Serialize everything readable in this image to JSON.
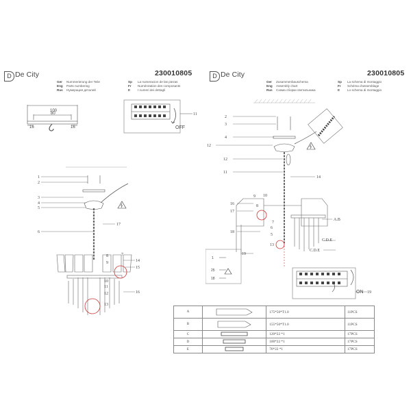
{
  "article_number": "230010805",
  "brand": "De City",
  "brand_tag": "",
  "left_page": {
    "captions_col1": [
      {
        "lang": "Ger",
        "text": "Nummerierung der Teile"
      },
      {
        "lang": "Eng",
        "text": "Parts numbering"
      },
      {
        "lang": "Rus",
        "text": "Нумерация деталей"
      }
    ],
    "captions_col2": [
      {
        "lang": "Sp",
        "text": "La numeracion de las piezas"
      },
      {
        "lang": "Fr",
        "text": "Numérotation des composants"
      },
      {
        "lang": "It",
        "text": "I numeri dei dettagli"
      }
    ],
    "bracket_dims": {
      "top": "100",
      "middle": "80",
      "left": "16",
      "right": "16"
    },
    "off_label": "OFF",
    "callout_11": "11",
    "callouts_left": [
      "1",
      "2",
      "3",
      "4",
      "5",
      "6"
    ],
    "callouts_right": [
      "17",
      "7",
      "14",
      "15",
      "16"
    ],
    "callouts_inner": [
      "8",
      "9",
      "10",
      "11",
      "12",
      "13"
    ]
  },
  "right_page": {
    "captions_col1": [
      {
        "lang": "Ger",
        "text": "Zusammenbauschema"
      },
      {
        "lang": "Eng",
        "text": "Assembly chart"
      },
      {
        "lang": "Rus",
        "text": "Схема сборки светильника"
      }
    ],
    "captions_col2": [
      {
        "lang": "Sp",
        "text": "La schema di montaggio"
      },
      {
        "lang": "Fr",
        "text": "Schéma d'assemblage"
      },
      {
        "lang": "It",
        "text": "Lo schema di montaggio"
      }
    ],
    "callouts_left": [
      "2",
      "3",
      "4",
      "12",
      "12",
      "11",
      "16",
      "17",
      "18"
    ],
    "callouts_mid": [
      "9",
      "10",
      "8",
      "7",
      "6",
      "5",
      "13"
    ],
    "callouts_right": [
      "14",
      "A.B",
      "C.D.E",
      "C.D.E"
    ],
    "callout_19": "19",
    "callout_19b": "19",
    "on_label": "ON",
    "wiring_marks": [
      "1",
      "25",
      "18"
    ]
  },
  "parts_table": [
    {
      "label": "A",
      "dim": "175*50*T1.0",
      "qty": "11PCS"
    },
    {
      "label": "B",
      "dim": "155*50*T1.0",
      "qty": "11PCS"
    },
    {
      "label": "C",
      "dim": "120*22 *1",
      "qty": "17PCS"
    },
    {
      "label": "D",
      "dim": "100*22 *1",
      "qty": "17PCS"
    },
    {
      "label": "E",
      "dim": "76*22 *1",
      "qty": "17PCS"
    }
  ]
}
